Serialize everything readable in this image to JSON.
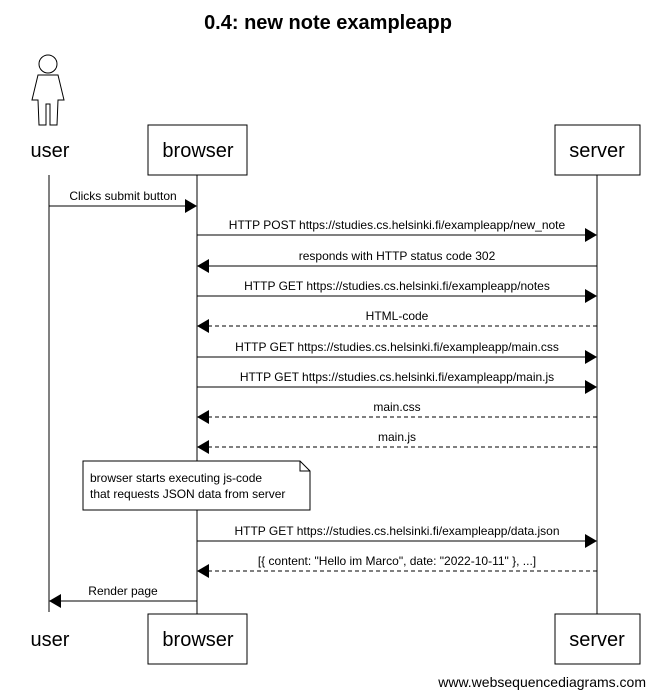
{
  "title": "0.4: new note exampleapp",
  "participants": [
    {
      "id": "user",
      "label": "user",
      "kind": "actor"
    },
    {
      "id": "browser",
      "label": "browser",
      "kind": "box"
    },
    {
      "id": "server",
      "label": "server",
      "kind": "box"
    }
  ],
  "messages": [
    {
      "from": "user",
      "to": "browser",
      "label": "Clicks submit button",
      "style": "solid"
    },
    {
      "from": "browser",
      "to": "server",
      "label": "HTTP POST https://studies.cs.helsinki.fi/exampleapp/new_note",
      "style": "solid"
    },
    {
      "from": "server",
      "to": "browser",
      "label": "responds with HTTP status code 302",
      "style": "solid"
    },
    {
      "from": "browser",
      "to": "server",
      "label": "HTTP GET https://studies.cs.helsinki.fi/exampleapp/notes",
      "style": "solid"
    },
    {
      "from": "server",
      "to": "browser",
      "label": "HTML-code",
      "style": "dashed"
    },
    {
      "from": "browser",
      "to": "server",
      "label": "HTTP GET https://studies.cs.helsinki.fi/exampleapp/main.css",
      "style": "solid"
    },
    {
      "from": "browser",
      "to": "server",
      "label": "HTTP GET https://studies.cs.helsinki.fi/exampleapp/main.js",
      "style": "solid"
    },
    {
      "from": "server",
      "to": "browser",
      "label": "main.css",
      "style": "dashed"
    },
    {
      "from": "server",
      "to": "browser",
      "label": "main.js",
      "style": "dashed"
    },
    {
      "from": "browser",
      "to": "server",
      "label": "HTTP GET https://studies.cs.helsinki.fi/exampleapp/data.json",
      "style": "solid"
    },
    {
      "from": "server",
      "to": "browser",
      "label": "[{ content: \"Hello im Marco\", date: \"2022-10-11\" }, ...]",
      "style": "dashed"
    },
    {
      "from": "browser",
      "to": "user",
      "label": "Render page",
      "style": "solid"
    }
  ],
  "note": {
    "lines": [
      "browser starts executing js-code",
      "that requests JSON data from server"
    ]
  },
  "footer": "www.websequencediagrams.com"
}
